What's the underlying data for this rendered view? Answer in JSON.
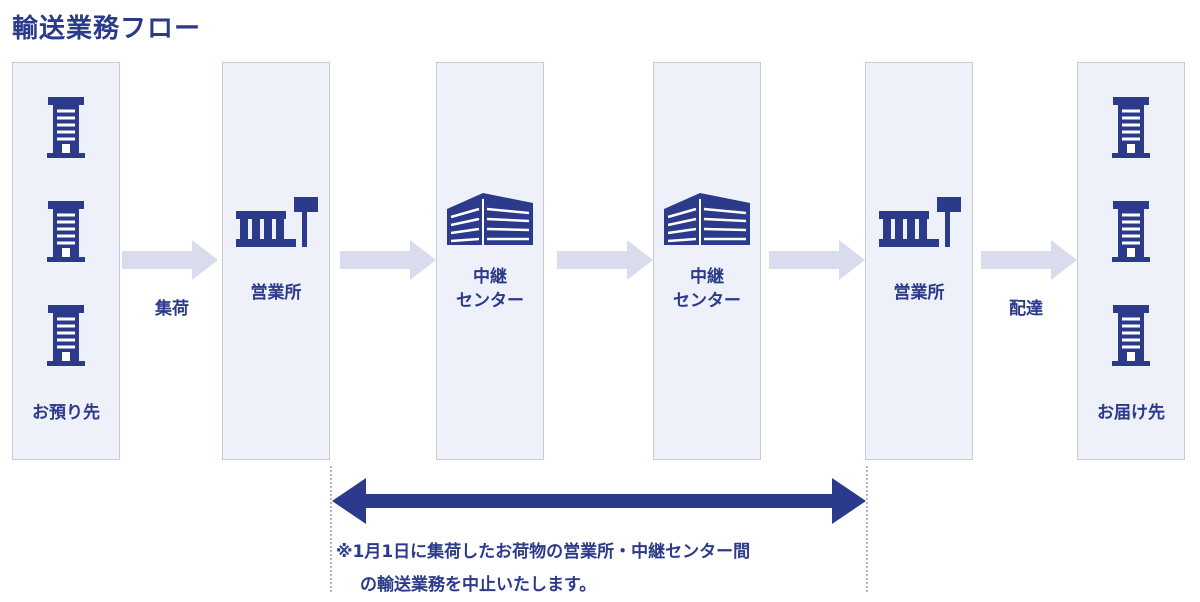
{
  "title": "輸送業務フロー",
  "nodes": [
    {
      "label": "お預り先",
      "icon": "office-building-icon"
    },
    {
      "label": "営業所",
      "icon": "business-office-icon"
    },
    {
      "label": "中継\nセンター",
      "icon": "warehouse-icon"
    },
    {
      "label": "中継\nセンター",
      "icon": "warehouse-icon"
    },
    {
      "label": "営業所",
      "icon": "business-office-icon"
    },
    {
      "label": "お届け先",
      "icon": "office-building-icon"
    }
  ],
  "steps": {
    "pickup": "集荷",
    "delivery": "配達"
  },
  "note": {
    "line1": "※1月1日に集荷したお荷物の営業所・中継センター間",
    "line2": "の輸送業務を中止いたします。"
  },
  "colors": {
    "primary": "#2b3a8a",
    "box_fill": "#eef0fa",
    "arrow_light": "#d9dcec"
  }
}
